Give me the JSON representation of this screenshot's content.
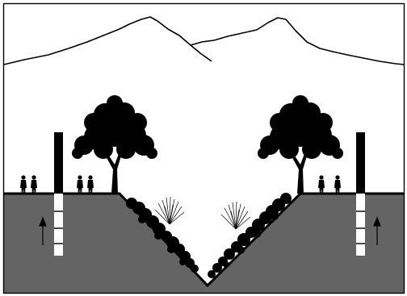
{
  "diagram": {
    "kind": "landscape-cross-section",
    "colors": {
      "background": "#ffffff",
      "ground": "#646464",
      "silhouette": "#000000",
      "wall": "#000000",
      "well_fill": "#ffffff",
      "border": "#000000"
    },
    "icons": {
      "mountains": "mountain-ridge-outline",
      "trees": "deciduous-tree-silhouette",
      "people": "standing-person-silhouette",
      "arrows": "up-arrow",
      "vegetation": "shrub-silhouette"
    }
  }
}
